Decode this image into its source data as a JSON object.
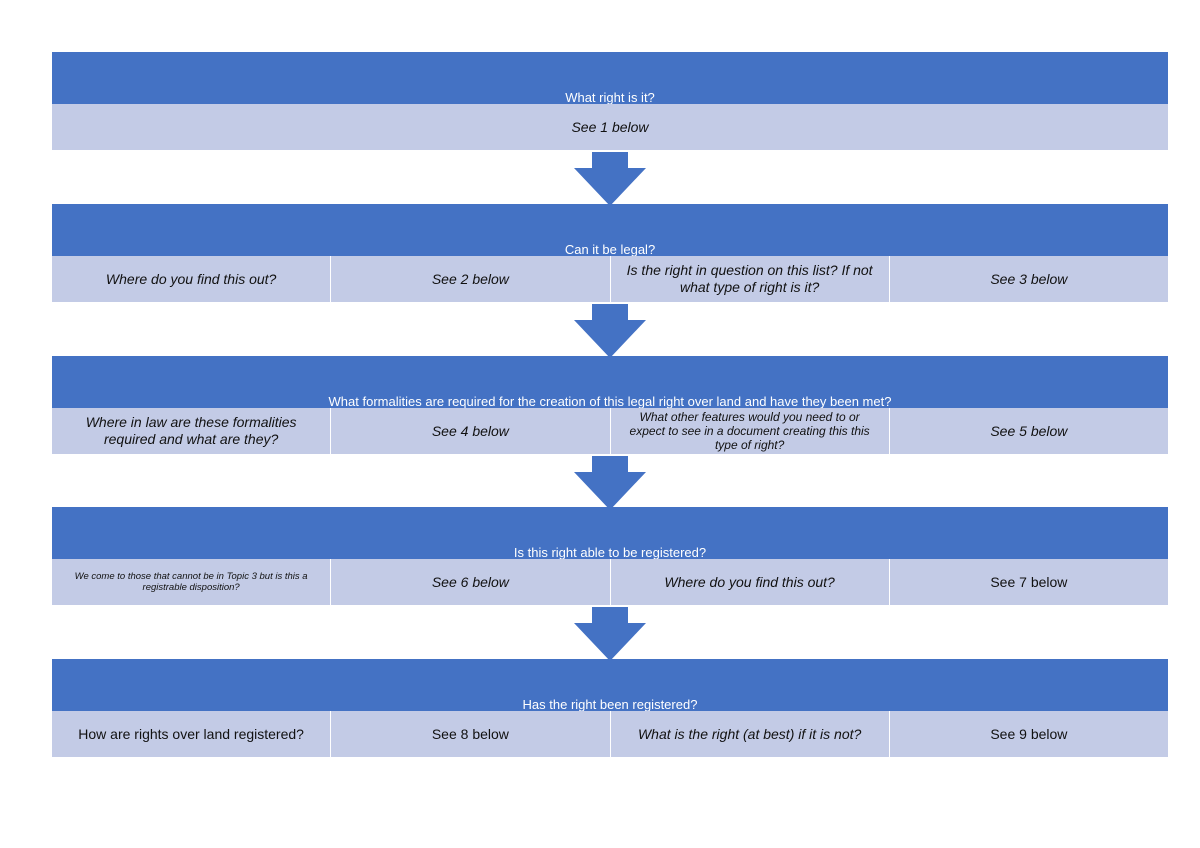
{
  "steps": [
    {
      "title": "What right is it?",
      "cells": [
        {
          "text": "See 1 below",
          "style": "italic"
        }
      ]
    },
    {
      "title": "Can it be legal?",
      "cells": [
        {
          "text": "Where do you find this out?",
          "style": "italic"
        },
        {
          "text": "See 2 below",
          "style": "italic"
        },
        {
          "text": "Is the right in question on this list? If not what type of right is it?",
          "style": "italic"
        },
        {
          "text": "See 3 below",
          "style": "italic"
        }
      ]
    },
    {
      "title": "What formalities are required for the creation of this legal right over land and have they been met?",
      "cells": [
        {
          "text": "Where in law are these formalities required and what are they?",
          "style": "italic"
        },
        {
          "text": "See 4 below",
          "style": "italic"
        },
        {
          "text": "What other features would you need to or expect to see in a document creating this this type of right?",
          "style": "italic small"
        },
        {
          "text": "See 5 below",
          "style": "italic"
        }
      ]
    },
    {
      "title": "Is this right able to be registered?",
      "cells": [
        {
          "text": "We come to those that cannot be in Topic 3 but is this a registrable disposition?",
          "style": "italic tiny"
        },
        {
          "text": "See 6 below",
          "style": "italic"
        },
        {
          "text": "Where do you find this out?",
          "style": "italic"
        },
        {
          "text": "See 7 below",
          "style": "bold"
        }
      ]
    },
    {
      "title": "Has the right been registered?",
      "cells": [
        {
          "text": "How are rights over land registered?",
          "style": "bold"
        },
        {
          "text": "See 8 below",
          "style": "bold"
        },
        {
          "text": "What is the right (at best) if it is not?",
          "style": "italic"
        },
        {
          "text": "See 9 below",
          "style": "bold"
        }
      ]
    }
  ],
  "colors": {
    "banner": "#4472c4",
    "row": "#c3cbe6",
    "arrow": "#4472c4"
  }
}
